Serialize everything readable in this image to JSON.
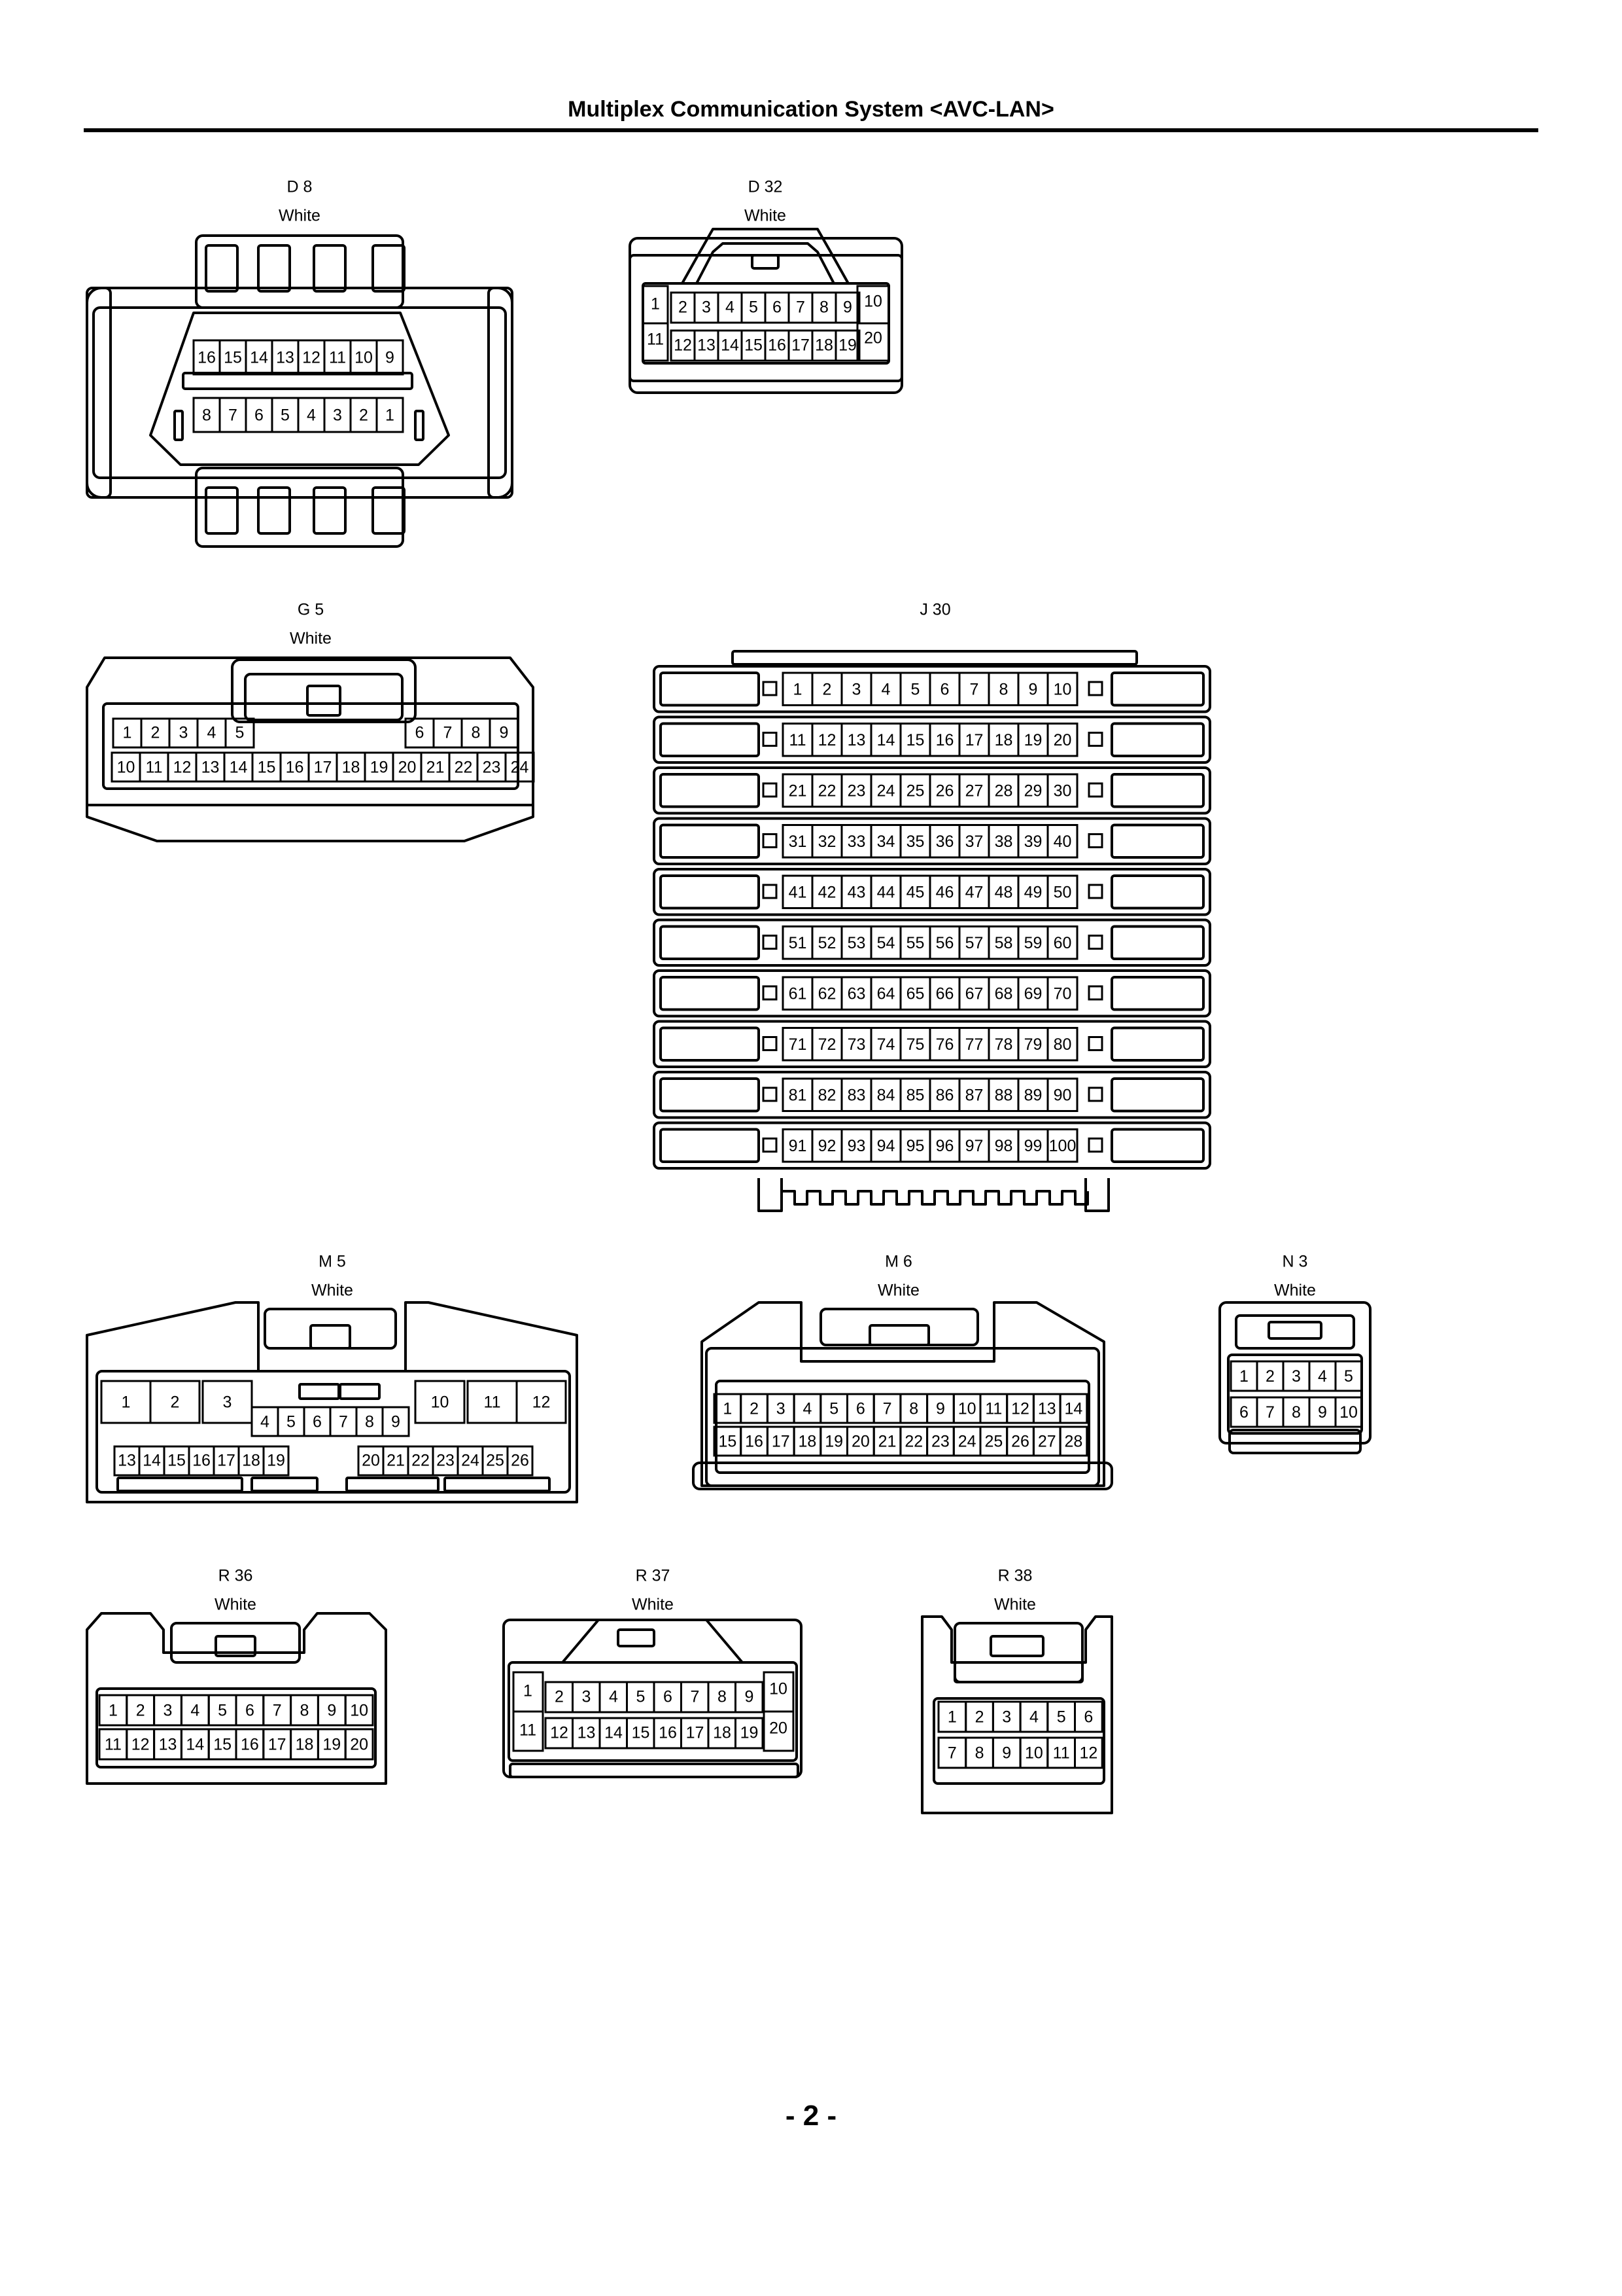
{
  "header": {
    "title": "Multiplex Communication System <AVC-LAN>"
  },
  "footer": {
    "page_number": "- 2 -"
  },
  "connectors": [
    {
      "id": "D 8",
      "color": "White",
      "rows": [
        [
          "16",
          "15",
          "14",
          "13",
          "12",
          "11",
          "10",
          "9"
        ],
        [
          "8",
          "7",
          "6",
          "5",
          "4",
          "3",
          "2",
          "1"
        ]
      ]
    },
    {
      "id": "D 32",
      "color": "White",
      "rows": [
        [
          "1",
          "2",
          "3",
          "4",
          "5",
          "6",
          "7",
          "8",
          "9",
          "10"
        ],
        [
          "11",
          "12",
          "13",
          "14",
          "15",
          "16",
          "17",
          "18",
          "19",
          "20"
        ]
      ]
    },
    {
      "id": "G 5",
      "color": "White",
      "rows": [
        [
          "1",
          "2",
          "3",
          "4",
          "5",
          "6",
          "7",
          "8",
          "9"
        ],
        [
          "10",
          "11",
          "12",
          "13",
          "14",
          "15",
          "16",
          "17",
          "18",
          "19",
          "20",
          "21",
          "22",
          "23",
          "24"
        ]
      ]
    },
    {
      "id": "J 30",
      "color": "",
      "rows": [
        [
          "1",
          "2",
          "3",
          "4",
          "5",
          "6",
          "7",
          "8",
          "9",
          "10"
        ],
        [
          "11",
          "12",
          "13",
          "14",
          "15",
          "16",
          "17",
          "18",
          "19",
          "20"
        ],
        [
          "21",
          "22",
          "23",
          "24",
          "25",
          "26",
          "27",
          "28",
          "29",
          "30"
        ],
        [
          "31",
          "32",
          "33",
          "34",
          "35",
          "36",
          "37",
          "38",
          "39",
          "40"
        ],
        [
          "41",
          "42",
          "43",
          "44",
          "45",
          "46",
          "47",
          "48",
          "49",
          "50"
        ],
        [
          "51",
          "52",
          "53",
          "54",
          "55",
          "56",
          "57",
          "58",
          "59",
          "60"
        ],
        [
          "61",
          "62",
          "63",
          "64",
          "65",
          "66",
          "67",
          "68",
          "69",
          "70"
        ],
        [
          "71",
          "72",
          "73",
          "74",
          "75",
          "76",
          "77",
          "78",
          "79",
          "80"
        ],
        [
          "81",
          "82",
          "83",
          "84",
          "85",
          "86",
          "87",
          "88",
          "89",
          "90"
        ],
        [
          "91",
          "92",
          "93",
          "94",
          "95",
          "96",
          "97",
          "98",
          "99",
          "100"
        ]
      ]
    },
    {
      "id": "M 5",
      "color": "White",
      "rows": [
        [
          "1",
          "2",
          "3",
          "10",
          "11",
          "12"
        ],
        [
          "4",
          "5",
          "6",
          "7",
          "8",
          "9"
        ],
        [
          "13",
          "14",
          "15",
          "16",
          "17",
          "18",
          "19",
          "20",
          "21",
          "22",
          "23",
          "24",
          "25",
          "26"
        ]
      ]
    },
    {
      "id": "M 6",
      "color": "White",
      "rows": [
        [
          "1",
          "2",
          "3",
          "4",
          "5",
          "6",
          "7",
          "8",
          "9",
          "10",
          "11",
          "12",
          "13",
          "14"
        ],
        [
          "15",
          "16",
          "17",
          "18",
          "19",
          "20",
          "21",
          "22",
          "23",
          "24",
          "25",
          "26",
          "27",
          "28"
        ]
      ]
    },
    {
      "id": "N 3",
      "color": "White",
      "rows": [
        [
          "1",
          "2",
          "3",
          "4",
          "5"
        ],
        [
          "6",
          "7",
          "8",
          "9",
          "10"
        ]
      ]
    },
    {
      "id": "R 36",
      "color": "White",
      "rows": [
        [
          "1",
          "2",
          "3",
          "4",
          "5",
          "6",
          "7",
          "8",
          "9",
          "10"
        ],
        [
          "11",
          "12",
          "13",
          "14",
          "15",
          "16",
          "17",
          "18",
          "19",
          "20"
        ]
      ]
    },
    {
      "id": "R 37",
      "color": "White",
      "rows": [
        [
          "1",
          "2",
          "3",
          "4",
          "5",
          "6",
          "7",
          "8",
          "9",
          "10"
        ],
        [
          "11",
          "12",
          "13",
          "14",
          "15",
          "16",
          "17",
          "18",
          "19",
          "20"
        ]
      ]
    },
    {
      "id": "R 38",
      "color": "White",
      "rows": [
        [
          "1",
          "2",
          "3",
          "4",
          "5",
          "6"
        ],
        [
          "7",
          "8",
          "9",
          "10",
          "11",
          "12"
        ]
      ]
    }
  ]
}
